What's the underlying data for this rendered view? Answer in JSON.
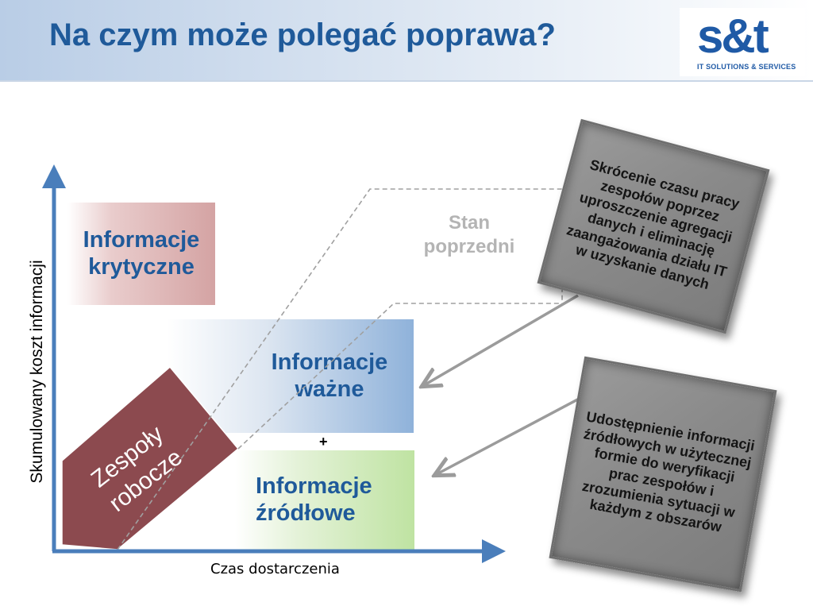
{
  "header": {
    "title": "Na czym może polegać poprawa?",
    "logo_mark": "s&t",
    "logo_sub": "IT SOLUTIONS & SERVICES"
  },
  "axes": {
    "y_label": "Skumulowany koszt informacji",
    "x_label": "Czas dostarczenia"
  },
  "boxes": {
    "krytyczne": "Informacje krytyczne",
    "wazne": "Informacje ważne",
    "zrodlowe": "Informacje źródłowe"
  },
  "stan_poprzedni": "Stan poprzedni",
  "plus_sign": "+",
  "zespoly": "Zespoły robocze",
  "cards": {
    "upper": "Skrócenie czasu pracy zespołów poprzez uproszczenie agregacji danych i eliminację zaangażowania działu IT w uzyskanie danych",
    "lower": "Udostępnienie informacji źródłowych w użytecznej formie do weryfikacji prac zespołów i zrozumienia sytuacji w każdym z obszarów"
  },
  "colors": {
    "title": "#1f5a9a",
    "axis": "#4a7ebb",
    "zespoly_fill": "#8c4a4f",
    "dashed_outline": "#a0a0a0",
    "card_fill": "#8a8a8a"
  }
}
